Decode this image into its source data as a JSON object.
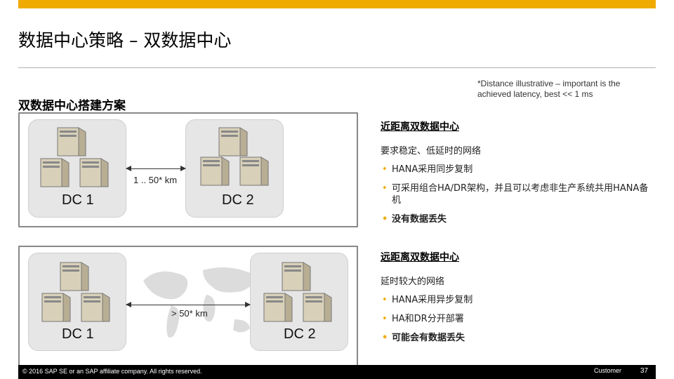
{
  "header": {
    "title": "数据中心策略 – 双数据中心",
    "accent_color": "#f0ab00"
  },
  "note": "*Distance illustrative – important is the achieved latency, best << 1 ms",
  "subtitle": "双数据中心搭建方案",
  "diagram_near": {
    "dc1": "DC 1",
    "dc2": "DC 2",
    "distance": "1 .. 50* km",
    "server_icon": "server-tower-icon"
  },
  "diagram_far": {
    "dc1": "DC 1",
    "dc2": "DC 2",
    "distance": "> 50* km",
    "map_icon": "world-map-icon"
  },
  "near_section": {
    "heading": "近距离双数据中心",
    "desc": "要求稳定、低延时的网络",
    "bullets": [
      "HANA采用同步复制",
      "可采用组合HA/DR架构，并且可以考虑非生产系统共用HANA备机",
      "没有数据丢失"
    ]
  },
  "far_section": {
    "heading": "远距离双数据中心",
    "desc": "延时较大的网络",
    "bullets": [
      "HANA采用异步复制",
      "HA和DR分开部署",
      "可能会有数据丢失"
    ]
  },
  "footer": {
    "copyright": "© 2016 SAP SE or an SAP affiliate company. All rights reserved.",
    "classification": "Customer",
    "page": "37"
  }
}
